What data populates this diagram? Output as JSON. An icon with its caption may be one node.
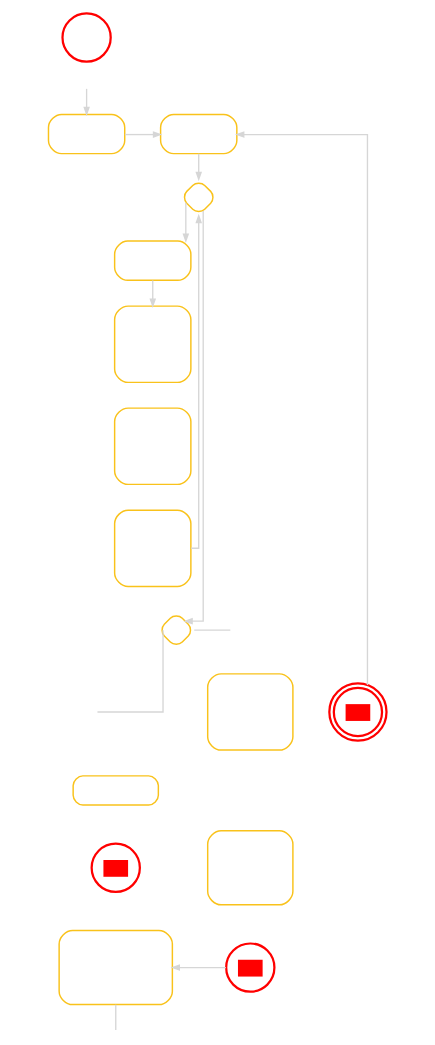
{
  "diagram": {
    "nodes": [
      {
        "text": [],
        "shape": "circle"
      },
      {
        "text": [],
        "shape": "box"
      },
      {
        "text": [],
        "shape": "box"
      },
      {
        "text": [],
        "shape": "diamond"
      },
      {
        "text": [],
        "shape": "box"
      },
      {
        "text": [],
        "shape": "box"
      },
      {
        "text": [],
        "shape": "box"
      },
      {
        "text": [],
        "shape": "box"
      },
      {
        "text": [],
        "shape": "diamond"
      },
      {
        "text": [],
        "shape": "box"
      },
      {
        "text": [],
        "shape": "box"
      },
      {
        "text": [],
        "shape": "envelope"
      },
      {
        "text": [],
        "shape": "envelope"
      },
      {
        "text": [],
        "shape": "box"
      },
      {
        "text": [],
        "shape": "box"
      },
      {
        "text": [],
        "shape": "envelope"
      }
    ],
    "edges": [
      {
        "from": null,
        "to": 1,
        "arrow": "to"
      },
      {
        "from": 1,
        "to": 2,
        "arrow": "to"
      },
      {
        "from": 2,
        "to": 3,
        "arrow": "to"
      },
      {
        "from": 3,
        "to": 4,
        "arrow": "to"
      },
      {
        "from": 4,
        "to": 5,
        "arrow": "to"
      },
      {
        "from": 7,
        "to": 3,
        "arrow": "to"
      },
      {
        "from": 3,
        "to": 8,
        "arrow": "to"
      },
      {
        "from": 8,
        "to": null,
        "arrow": "none"
      },
      {
        "from": 8,
        "to": null,
        "arrow": "none"
      },
      {
        "from": 11,
        "to": 2,
        "arrow": "to"
      },
      {
        "from": 14,
        "to": null,
        "arrow": "none"
      },
      {
        "from": 15,
        "to": 14,
        "arrow": "to"
      }
    ]
  }
}
